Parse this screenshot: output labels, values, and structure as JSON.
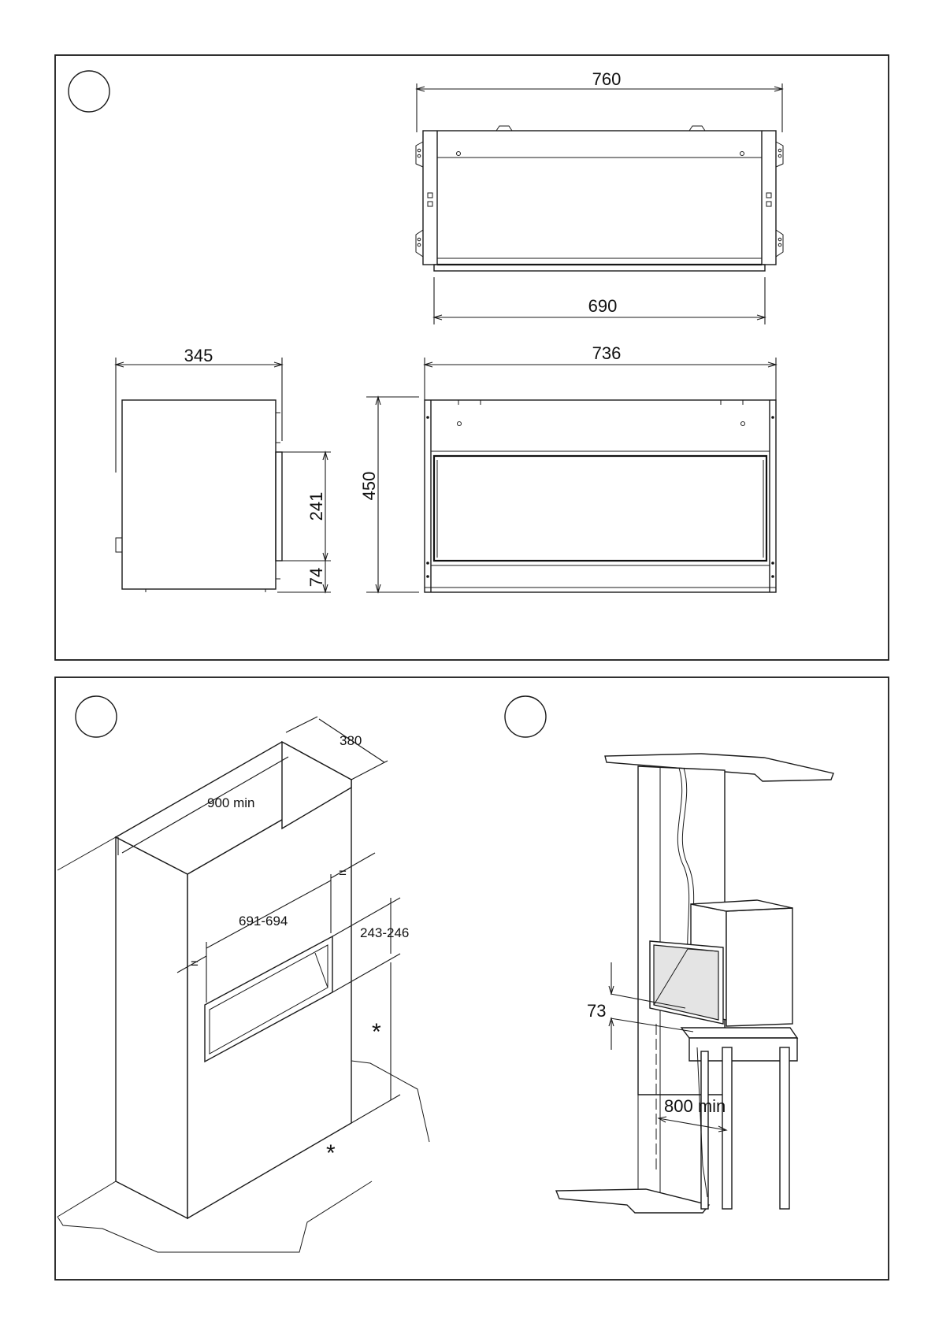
{
  "panel1": {
    "dims": {
      "top_width": "760",
      "inner_width": "690",
      "front_width": "736",
      "depth": "345",
      "height": "450",
      "opening_height": "241",
      "base_height": "74"
    }
  },
  "panel2": {
    "dims": {
      "depth": "380",
      "width": "900 min",
      "opening_width": "691-694",
      "opening_height": "243-246",
      "equal_left": "=",
      "equal_right": "=",
      "star_side": "*",
      "star_bottom": "*"
    }
  },
  "panel3": {
    "dims": {
      "clearance": "73",
      "width": "800 min"
    }
  }
}
